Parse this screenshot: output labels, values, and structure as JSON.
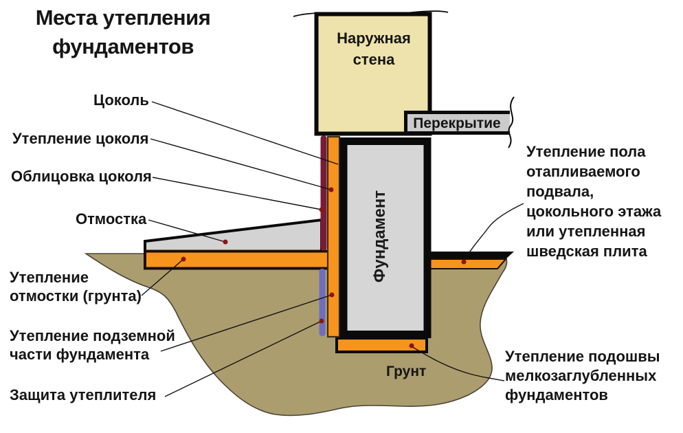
{
  "title": {
    "text": "Места утепления\nфундаментов"
  },
  "diagram_labels": {
    "wall": "Наружная\nстена",
    "slab": "Перекрытие",
    "foundation": "Фундамент",
    "soil": "Грунт"
  },
  "callouts_left": [
    {
      "label": "Цоколь"
    },
    {
      "label": "Утепление цоколя"
    },
    {
      "label": "Облицовка цоколя"
    },
    {
      "label": "Отмостка"
    },
    {
      "label": "Утепление\nотмостки (грунта)"
    },
    {
      "label": "Утепление подземной\nчасти фундамента"
    },
    {
      "label": "Защита утеплителя"
    }
  ],
  "callouts_right": [
    {
      "label": "Утепление пола\nотапливаемого\nподвала,\nцокольного этажа\nили утепленная\nшведская плита"
    },
    {
      "label": "Утепление подошвы\nмелкозаглубленных\nфундаментов"
    }
  ],
  "colors": {
    "insulation_orange": "#F7941E",
    "soil_khaki": "#AB9D6E",
    "wall_beige": "#EEE3AC",
    "foundation_gray": "#D6D6D6",
    "slab_gray": "#CBCBCB",
    "blind_area_gray": "#D3D3D3",
    "facing_maroon": "#7A1B35",
    "protection_blue": "#6E6EC0",
    "outline_black": "#0A0A0A",
    "leader_dot_red": "#8B1515"
  }
}
